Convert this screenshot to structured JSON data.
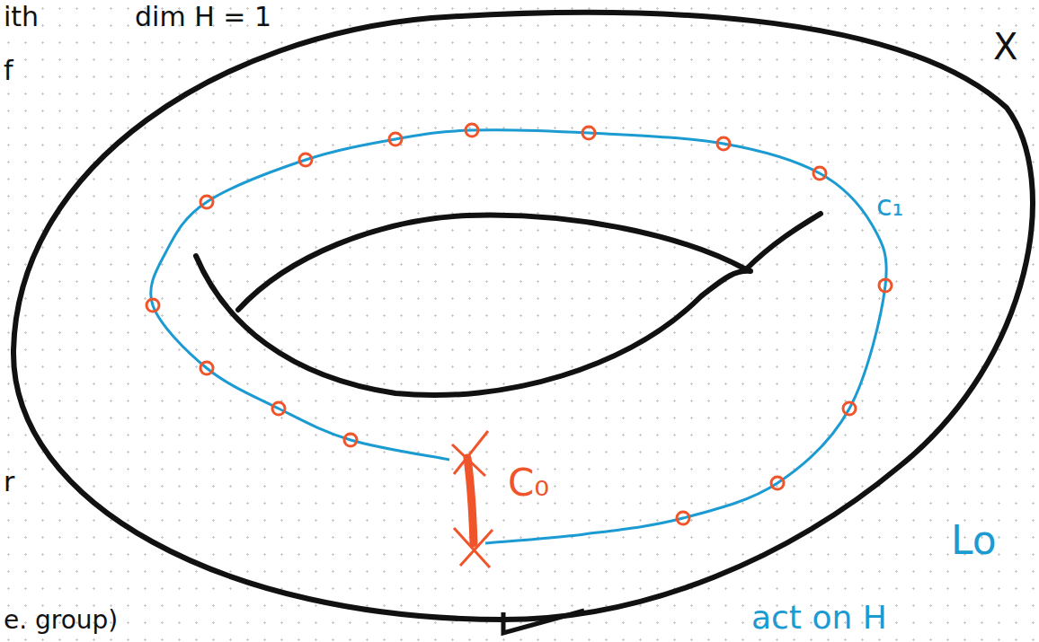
{
  "diagram": {
    "labels": [
      "ith",
      "dim H = 1",
      "X",
      "f",
      "r",
      "e. group)",
      "c₁",
      "C₀",
      "Lo",
      "act on H"
    ]
  }
}
